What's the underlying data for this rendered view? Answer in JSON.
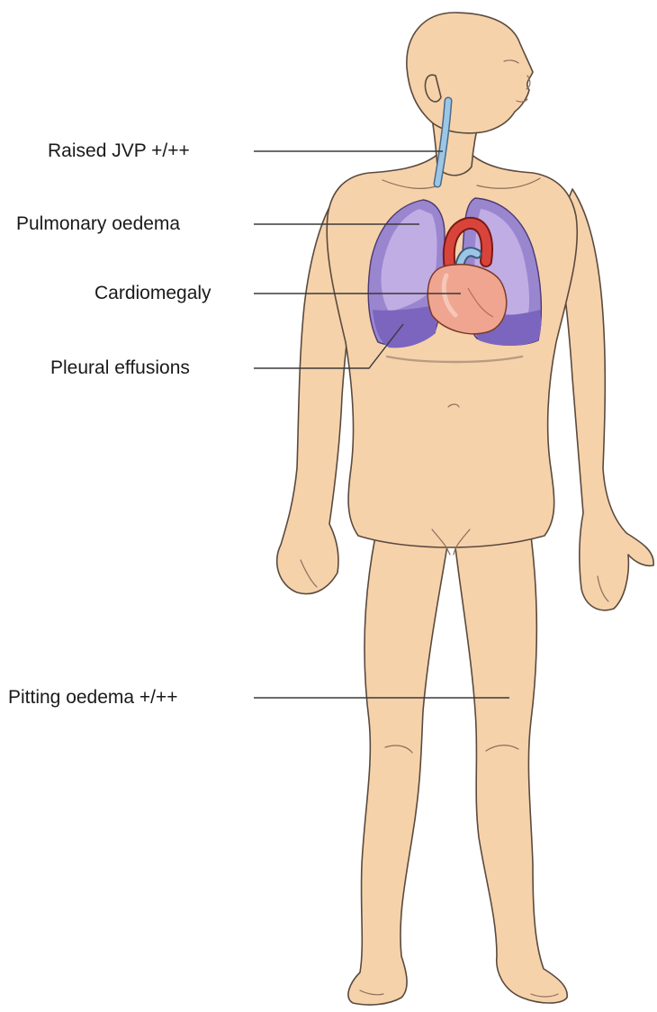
{
  "labels": {
    "jvp": "Raised JVP +/++",
    "pulmonary": "Pulmonary oedema",
    "cardiomegaly": "Cardiomegaly",
    "pleural": "Pleural effusions",
    "pitting": "Pitting oedema +/++"
  },
  "colors": {
    "skin": "#f6d2ab",
    "lung": "#9a85cf",
    "heart": "#efa58f",
    "aorta": "#d9443a",
    "vein": "#9cc6e6"
  }
}
